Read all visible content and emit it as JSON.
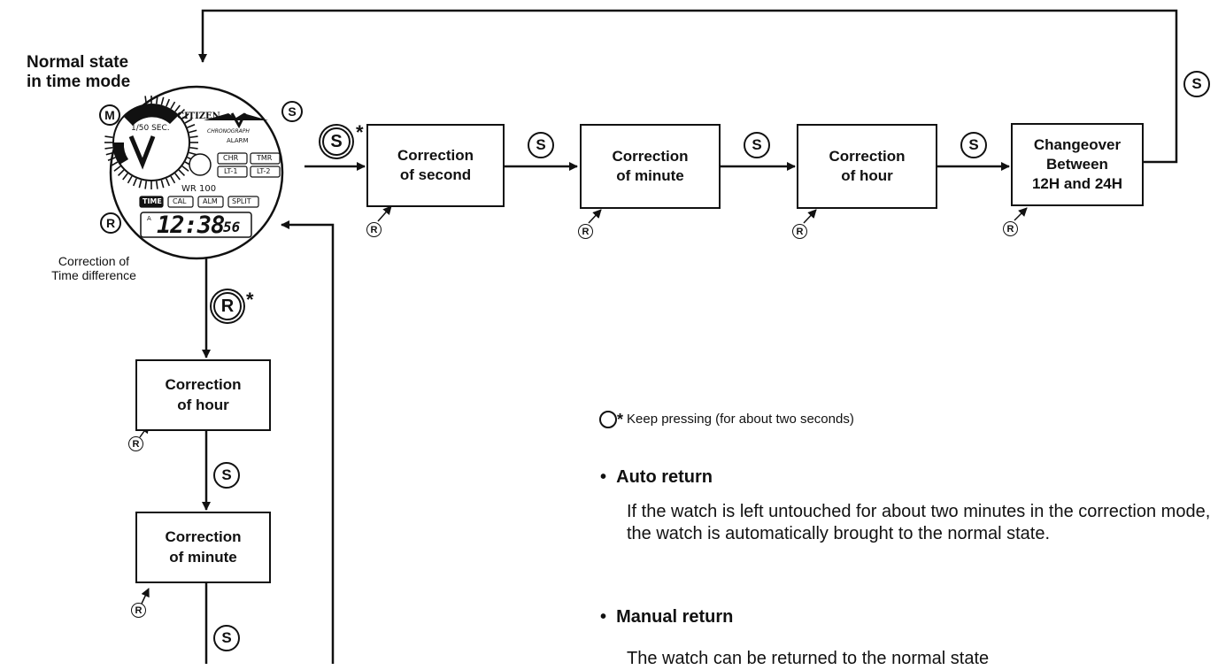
{
  "normal_state_label": "Normal state\nin time mode",
  "correction_time_diff_label": "Correction of\nTime difference",
  "watch": {
    "brand": "CITIZEN",
    "subdial_label": "1/50 SEC.",
    "logo_line1": "CHRONOGRAPH",
    "logo_line2": "ALARM",
    "chr": "CHR",
    "tmr": "TMR",
    "lt1": "LT-1",
    "lt2": "LT-2",
    "wr": "WR 100",
    "modes": [
      "TIME",
      "CAL",
      "ALM",
      "SPLIT"
    ],
    "display_prefix": "A",
    "display_time": "12:38",
    "display_seconds": "56",
    "button_m": "M",
    "button_s": "S",
    "button_r": "R"
  },
  "top_flow": [
    {
      "id": "second",
      "label": "Correction\nof second"
    },
    {
      "id": "minute",
      "label": "Correction\nof minute"
    },
    {
      "id": "hour",
      "label": "Correction\nof hour"
    },
    {
      "id": "changeover",
      "label": "Changeover\nBetween\n12H and 24H"
    }
  ],
  "left_flow": [
    {
      "id": "hour",
      "label": "Correction\nof hour"
    },
    {
      "id": "minute",
      "label": "Correction\nof minute"
    }
  ],
  "button_s": "S",
  "button_r": "R",
  "star": "*",
  "legend": {
    "text": "Keep pressing (for about two seconds)"
  },
  "auto_return": {
    "title": "Auto return",
    "body": "If the watch is left untouched for about two minutes in the correction mode, the watch is automatically brought to the normal state."
  },
  "manual_return": {
    "title": "Manual return",
    "body": "The watch can be returned to the normal state"
  }
}
